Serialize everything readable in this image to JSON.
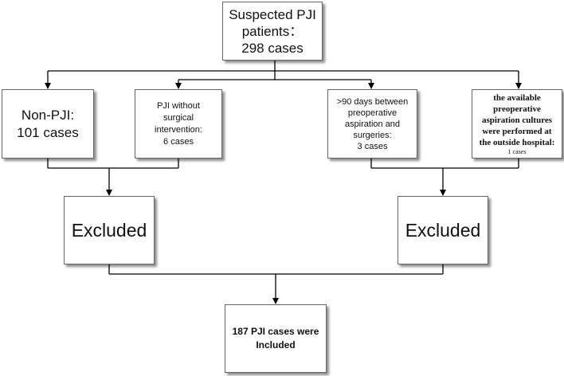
{
  "diagram": {
    "nodes": {
      "suspected": {
        "text": "Suspected PJI\npatients：\n298 cases"
      },
      "non_pji": {
        "text": "Non-PJI:\n101 cases"
      },
      "no_surgery": {
        "text": "PJI without\nsurgical\nintervention:\n6 cases"
      },
      "over_90_days": {
        "text": ">90 days between\npreoperative\naspiration and\nsurgeries:\n3 cases"
      },
      "outside_hospital": {
        "text": "the available\npreoperative\naspiration cultures\nwere performed at\nthe outside hospital:",
        "sub": "1 cases"
      },
      "excluded_left": {
        "text": "Excluded"
      },
      "excluded_right": {
        "text": "Excluded"
      },
      "included": {
        "text": "187 PJI cases were\nIncluded"
      }
    },
    "colors": {
      "line": "#000000",
      "border": "#666666",
      "shadow": "#555555",
      "text": "#111111"
    }
  }
}
